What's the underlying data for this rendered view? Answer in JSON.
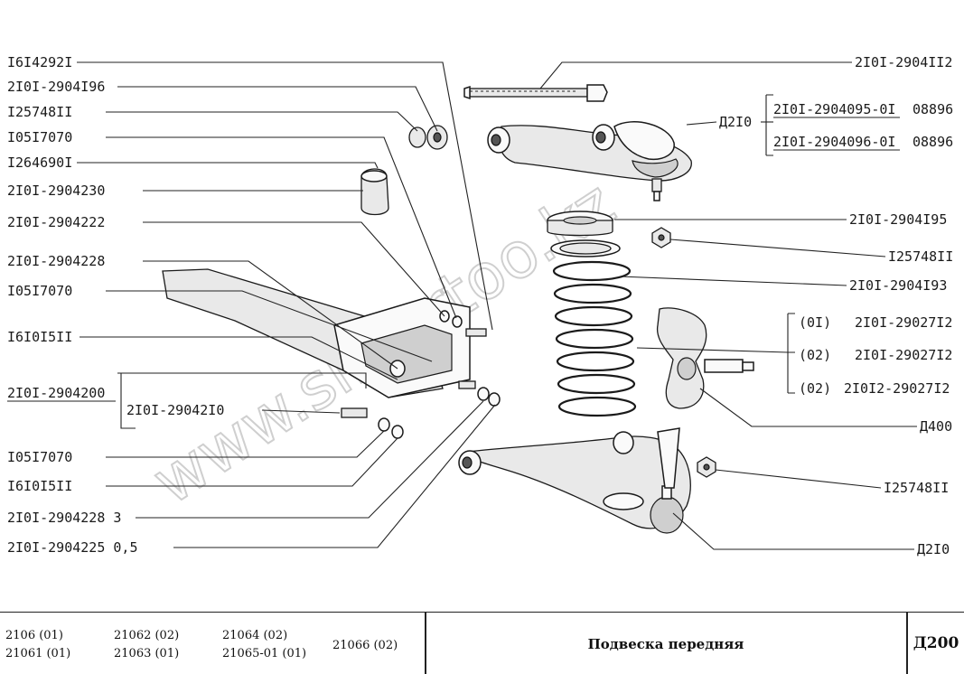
{
  "watermark": "www.silnortoo.kz",
  "left_labels": [
    {
      "id": "l1",
      "text": "I6I4292I"
    },
    {
      "id": "l2",
      "text": "2I0I-2904I96"
    },
    {
      "id": "l3",
      "text": "I25748II"
    },
    {
      "id": "l4",
      "text": "I05I7070"
    },
    {
      "id": "l5",
      "text": "I264690I"
    },
    {
      "id": "l6",
      "text": "2I0I-2904230"
    },
    {
      "id": "l7",
      "text": "2I0I-2904222"
    },
    {
      "id": "l8",
      "text": "2I0I-2904228"
    },
    {
      "id": "l9",
      "text": "I05I7070"
    },
    {
      "id": "l10",
      "text": "I6I0I5II"
    },
    {
      "id": "l11",
      "text": "2I0I-2904200"
    },
    {
      "id": "l12",
      "text": "2I0I-29042I0"
    },
    {
      "id": "l13",
      "text": "I05I7070"
    },
    {
      "id": "l14",
      "text": "I6I0I5II"
    },
    {
      "id": "l15",
      "text": "2I0I-2904228 3"
    },
    {
      "id": "l16",
      "text": "2I0I-2904225 0,5"
    }
  ],
  "right_labels": [
    {
      "id": "r1",
      "text": "2I0I-2904II2"
    },
    {
      "id": "r2",
      "text": "Д2I0"
    },
    {
      "id": "r3",
      "text": "2I0I-2904095-0I"
    },
    {
      "id": "r4",
      "text": "08896"
    },
    {
      "id": "r5",
      "text": "2I0I-2904096-0I"
    },
    {
      "id": "r6",
      "text": "08896"
    },
    {
      "id": "r7",
      "text": "2I0I-2904I95"
    },
    {
      "id": "r8",
      "text": "I25748II"
    },
    {
      "id": "r9",
      "text": "2I0I-2904I93"
    },
    {
      "id": "r10",
      "text": "(0I)"
    },
    {
      "id": "r11",
      "text": "2I0I-29027I2"
    },
    {
      "id": "r12",
      "text": "(02)"
    },
    {
      "id": "r13",
      "text": "2I0I-29027I2"
    },
    {
      "id": "r14",
      "text": "(02)"
    },
    {
      "id": "r15",
      "text": "2I0I2-29027I2"
    },
    {
      "id": "r16",
      "text": "Д400"
    },
    {
      "id": "r17",
      "text": "I25748II"
    },
    {
      "id": "r18",
      "text": "Д2I0"
    }
  ],
  "footer": {
    "models": [
      "2106 (01)",
      "21061 (01)",
      "21062 (02)",
      "21063 (01)",
      "21064 (02)",
      "21065-01 (01)",
      "21066 (02)"
    ],
    "title": "Подвеска передняя",
    "code": "Д200"
  }
}
